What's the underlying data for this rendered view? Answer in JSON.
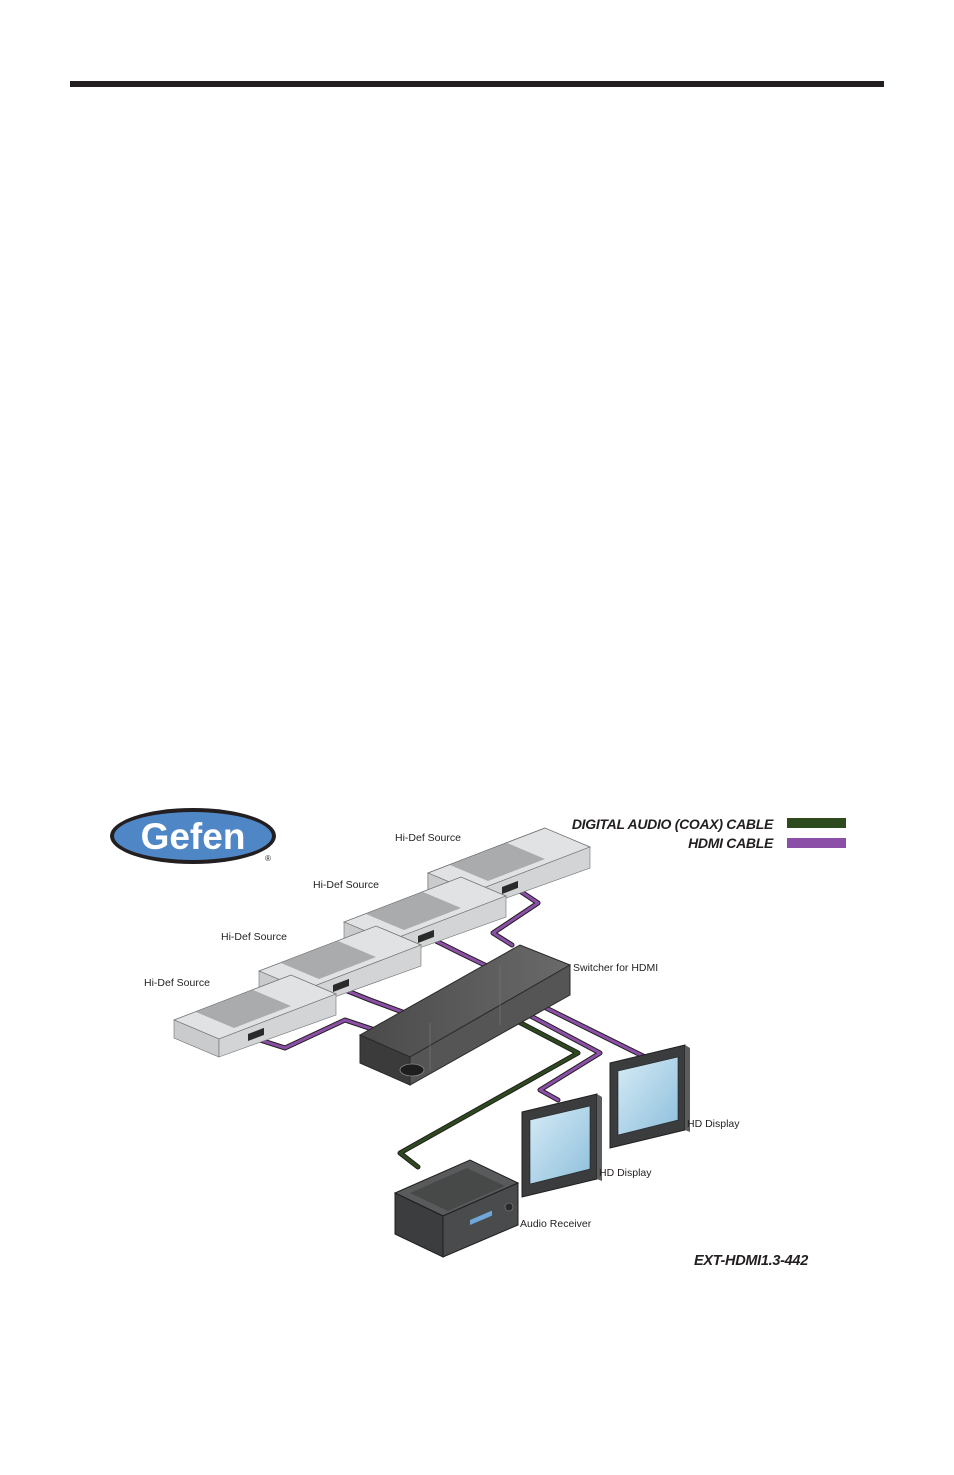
{
  "header": {
    "rule_color": "#231f20"
  },
  "logo": {
    "text": "Gefen",
    "registered_mark": "®",
    "oval_color": "#4f86c6"
  },
  "legend": {
    "items": [
      {
        "label": "DIGITAL AUDIO (COAX) CABLE",
        "color": "#2d4a1e"
      },
      {
        "label": "HDMI CABLE",
        "color": "#8b4fa8"
      }
    ]
  },
  "devices": {
    "sources": [
      {
        "label": "Hi-Def Source"
      },
      {
        "label": "Hi-Def Source"
      },
      {
        "label": "Hi-Def Source"
      },
      {
        "label": "Hi-Def Source"
      }
    ],
    "switcher": {
      "label": "Switcher for HDMI"
    },
    "displays": [
      {
        "label": "HD Display"
      },
      {
        "label": "HD Display"
      }
    ],
    "receiver": {
      "label": "Audio Receiver"
    }
  },
  "model": {
    "label": "EXT-HDMI1.3-442"
  }
}
